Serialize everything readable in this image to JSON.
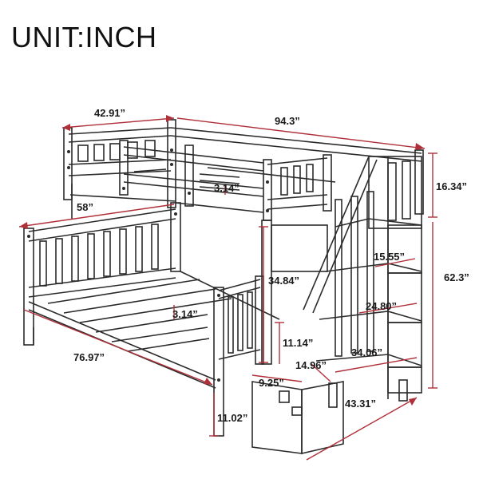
{
  "unit_label": "UNIT:INCH",
  "colors": {
    "dimension_line": "#b0303a",
    "outline": "#2b2b2b",
    "background": "#ffffff"
  },
  "dimensions": {
    "top_width": "42.91”",
    "overall_length": "94.3”",
    "bottom_width": "58”",
    "bottom_length": "76.97”",
    "top_guardrail_height": "16.34”",
    "overall_height": "62.3”",
    "top_slat_gap": "3.14”",
    "bottom_slat_gap": "3.14”",
    "under_top_clearance": "34.84”",
    "stair_top_height": "15.55”",
    "stair_step_2": "24.80”",
    "stair_step_3": "34.06”",
    "stair_bottom_step": "11.14”",
    "stair_width": "14.96”",
    "drawer_depth": "9.25”",
    "stair_length": "43.31”",
    "floor_clearance": "11.02”"
  }
}
